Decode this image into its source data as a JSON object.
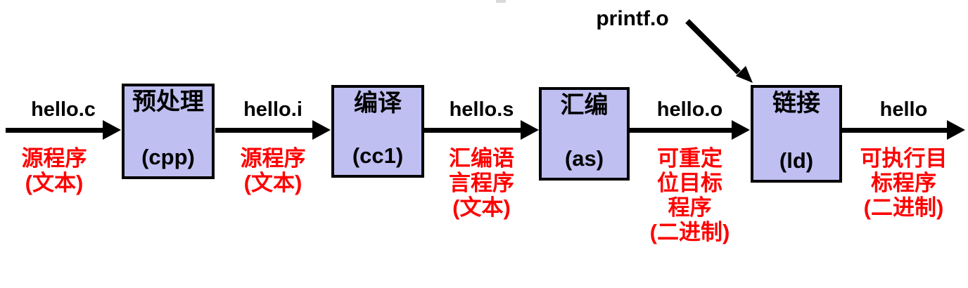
{
  "diagram": {
    "description": "C compilation pipeline",
    "extra_input_label": "printf.o",
    "stages": [
      {
        "name": "预处理",
        "tool": "(cpp)"
      },
      {
        "name": "编译",
        "tool": "(cc1)"
      },
      {
        "name": "汇编",
        "tool": "(as)"
      },
      {
        "name": "链接",
        "tool": "(ld)"
      }
    ],
    "flows": [
      {
        "file": "hello.c",
        "desc": [
          "源程序",
          "(文本)"
        ]
      },
      {
        "file": "hello.i",
        "desc": [
          "源程序",
          "(文本)"
        ]
      },
      {
        "file": "hello.s",
        "desc": [
          "汇编语",
          "言程序",
          "(文本)"
        ]
      },
      {
        "file": "hello.o",
        "desc": [
          "可重定",
          "位目标",
          "程序",
          "(二进制)"
        ]
      },
      {
        "file": "hello",
        "desc": [
          "可执行目",
          "标程序",
          "(二进制)"
        ]
      }
    ],
    "colors": {
      "box_fill": "#bfbff2",
      "box_border": "#000000",
      "arrow": "#000000",
      "annotation_red": "#ff0000"
    }
  }
}
